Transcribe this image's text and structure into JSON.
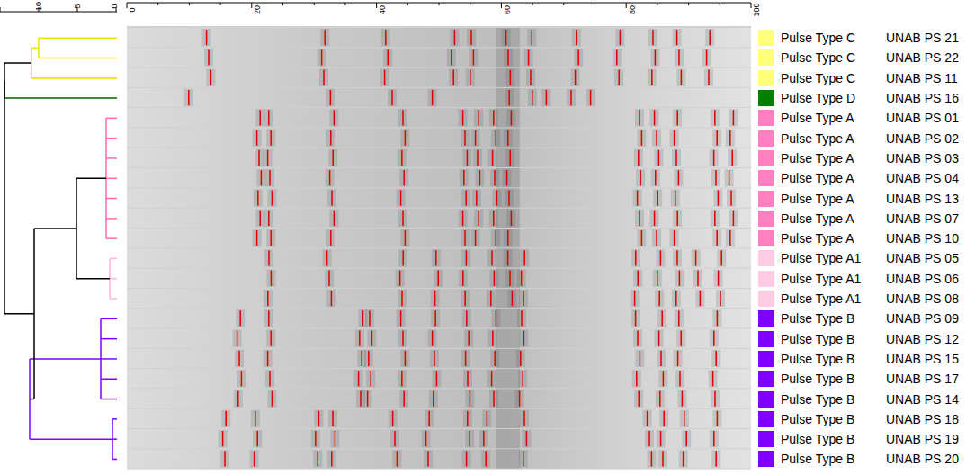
{
  "diagram": {
    "labels": [
      "10",
      "5",
      "0",
      "0",
      "20",
      "40",
      "60",
      "80",
      "100",
      "UNAB PS 21",
      "UNAB PS 22",
      "UNAB PS 11",
      "UNAB PS 16",
      "UNAB PS 01",
      "UNAB PS 02",
      "UNAB PS 03",
      "UNAB PS 04",
      "UNAB PS 13",
      "UNAB PS 07",
      "UNAB PS 10",
      "UNAB PS 05",
      "UNAB PS 06",
      "UNAB PS 08",
      "UNAB PS 09",
      "UNAB PS 12",
      "UNAB PS 15",
      "UNAB PS 17",
      "UNAB PS 14",
      "UNAB PS 18",
      "UNAB PS 19",
      "UNAB PS 20"
    ],
    "legend": [
      {
        "text": "Pulse Type C",
        "color": "#ffff80"
      },
      {
        "text": "Pulse Type C",
        "color": "#ffff80"
      },
      {
        "text": "Pulse Type C",
        "color": "#ffff80"
      },
      {
        "text": "Pulse Type D",
        "color": "#008000"
      },
      {
        "text": "Pulse Type A",
        "color": "#ff80c0"
      },
      {
        "text": "Pulse Type A",
        "color": "#ff80c0"
      },
      {
        "text": "Pulse Type A",
        "color": "#ff80c0"
      },
      {
        "text": "Pulse Type A",
        "color": "#ff80c0"
      },
      {
        "text": "Pulse Type A",
        "color": "#ff80c0"
      },
      {
        "text": "Pulse Type A",
        "color": "#ff80c0"
      },
      {
        "text": "Pulse Type A",
        "color": "#ff80c0"
      },
      {
        "text": "Pulse Type A1",
        "color": "#ffcce4"
      },
      {
        "text": "Pulse Type A1",
        "color": "#ffcce4"
      },
      {
        "text": "Pulse Type A1",
        "color": "#ffcce4"
      },
      {
        "text": "Pulse Type B",
        "color": "#8000ff"
      },
      {
        "text": "Pulse Type B",
        "color": "#8000ff"
      },
      {
        "text": "Pulse Type B",
        "color": "#8000ff"
      },
      {
        "text": "Pulse Type B",
        "color": "#8000ff"
      },
      {
        "text": "Pulse Type B",
        "color": "#8000ff"
      },
      {
        "text": "Pulse Type B",
        "color": "#8000ff"
      },
      {
        "text": "Pulse Type B",
        "color": "#8000ff"
      },
      {
        "text": "Pulse Type B",
        "color": "#8000ff"
      }
    ]
  }
}
